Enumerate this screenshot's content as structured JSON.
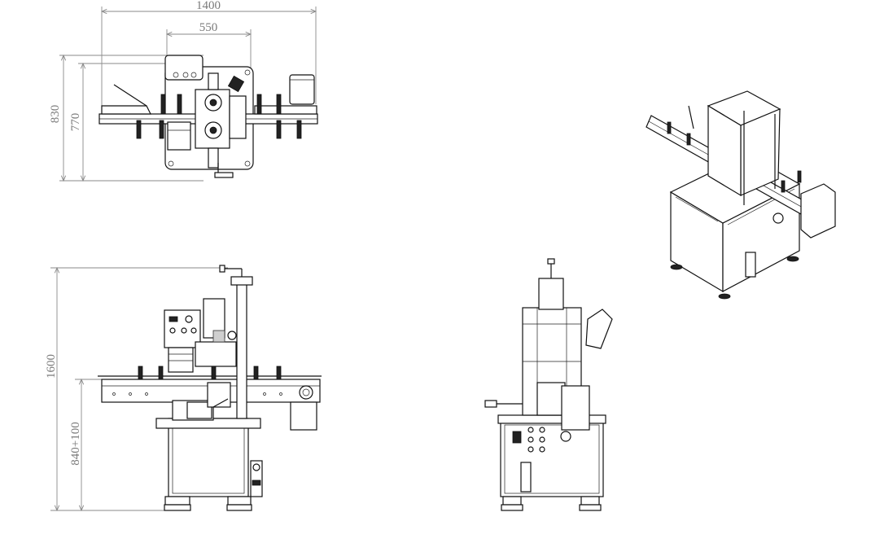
{
  "dimensions": {
    "overall_width": "1400",
    "inner_width": "550",
    "overall_depth": "830",
    "inner_depth": "770",
    "overall_height": "1600",
    "table_height": "840+100"
  },
  "colors": {
    "lines": "#111111",
    "dimension": "#8a8a8a",
    "background": "#ffffff"
  }
}
